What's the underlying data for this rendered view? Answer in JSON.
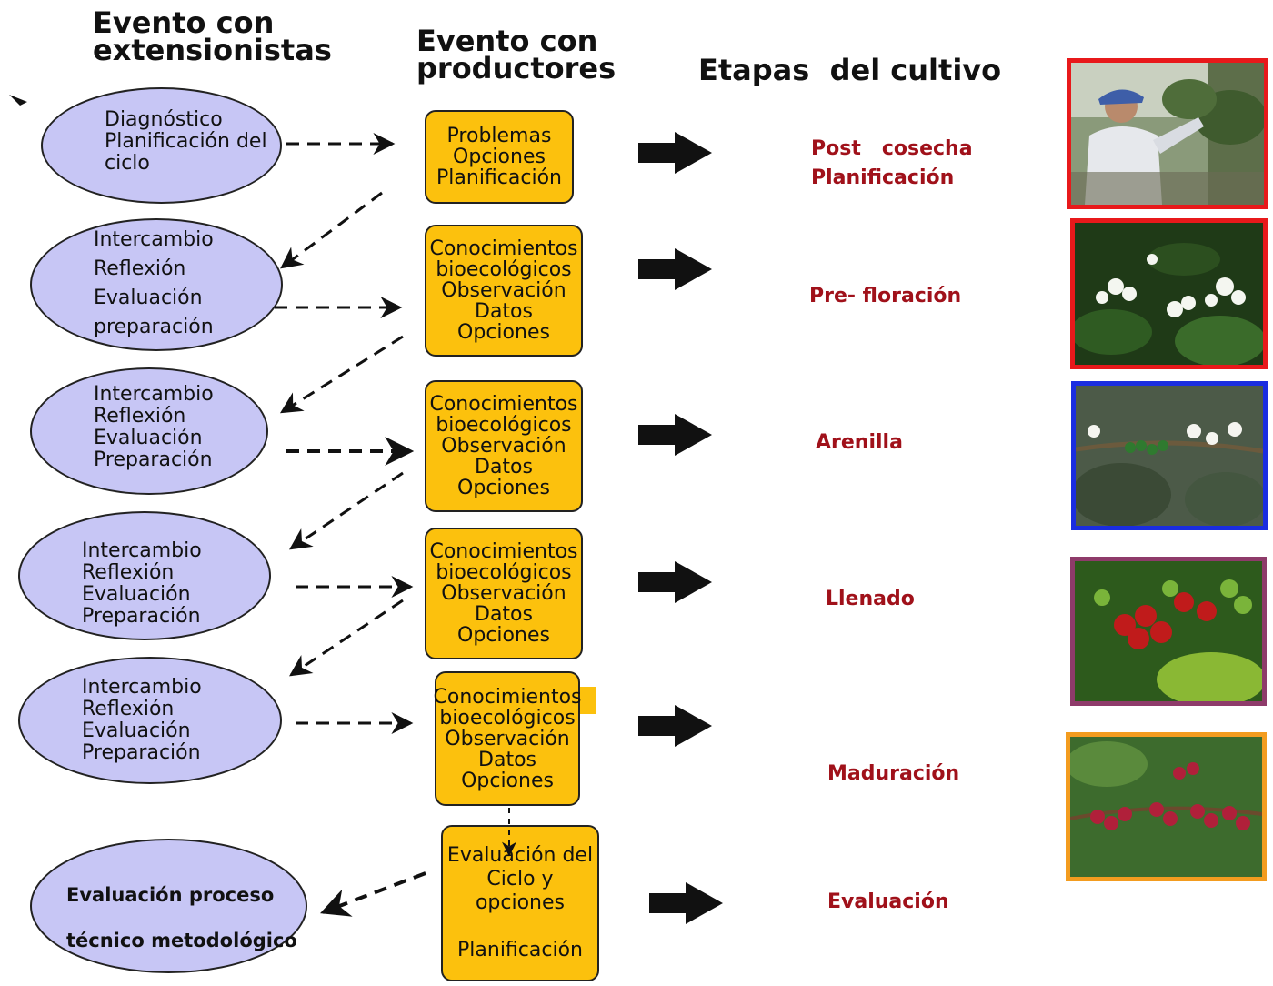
{
  "headers": {
    "extensionists": "Evento con\nextensionistas",
    "producers": "Evento con\nproductores",
    "stages": "Etapas  del cultivo"
  },
  "ellipses": [
    {
      "text": "Diagnóstico\nPlanificación  del\nciclo"
    },
    {
      "text": "Intercambio\nReflexión\nEvaluación\npreparación"
    },
    {
      "text": "Intercambio\nReflexión\nEvaluación\nPreparación"
    },
    {
      "text": "Intercambio\nReflexión\nEvaluación\nPreparación"
    },
    {
      "text": "Intercambio\nReflexión\nEvaluación\nPreparación"
    },
    {
      "text": "Evaluación proceso\n\ntécnico  metodológico"
    }
  ],
  "boxes": [
    {
      "text": "Problemas\nOpciones\nPlanificación"
    },
    {
      "text": "Conocimientos\nbioecológicos\nObservación\nDatos\nOpciones"
    },
    {
      "text": "Conocimientos\nbioecológicos\nObservación\nDatos\nOpciones"
    },
    {
      "text": "Conocimientos\nbioecológicos\nObservación\nDatos\nOpciones"
    },
    {
      "text": "Conocimientos\nbioecológicos\nObservación\nDatos\nOpciones"
    },
    {
      "text": "Evaluación del\nCiclo y opciones\n\nPlanificación"
    }
  ],
  "stages": [
    {
      "text": "Post   cosecha\nPlanificación"
    },
    {
      "text": "Pre- floración"
    },
    {
      "text": "Arenilla"
    },
    {
      "text": "Llenado"
    },
    {
      "text": "Maduración"
    },
    {
      "text": "Evaluación"
    }
  ],
  "photos": [
    {
      "subject": "farmer-picking-coffee",
      "border": "#e8191b"
    },
    {
      "subject": "coffee-flowers",
      "border": "#e8191b"
    },
    {
      "subject": "coffee-flowers-green-beans",
      "border": "#1a2de0"
    },
    {
      "subject": "red-green-coffee-cherries",
      "border": "#8e3b6a"
    },
    {
      "subject": "ripe-coffee-cherries",
      "border": "#f39c1f"
    }
  ],
  "colors": {
    "ellipse_fill": "#c7c6f5",
    "box_fill": "#fcc10d",
    "stage_text": "#a0111a"
  }
}
